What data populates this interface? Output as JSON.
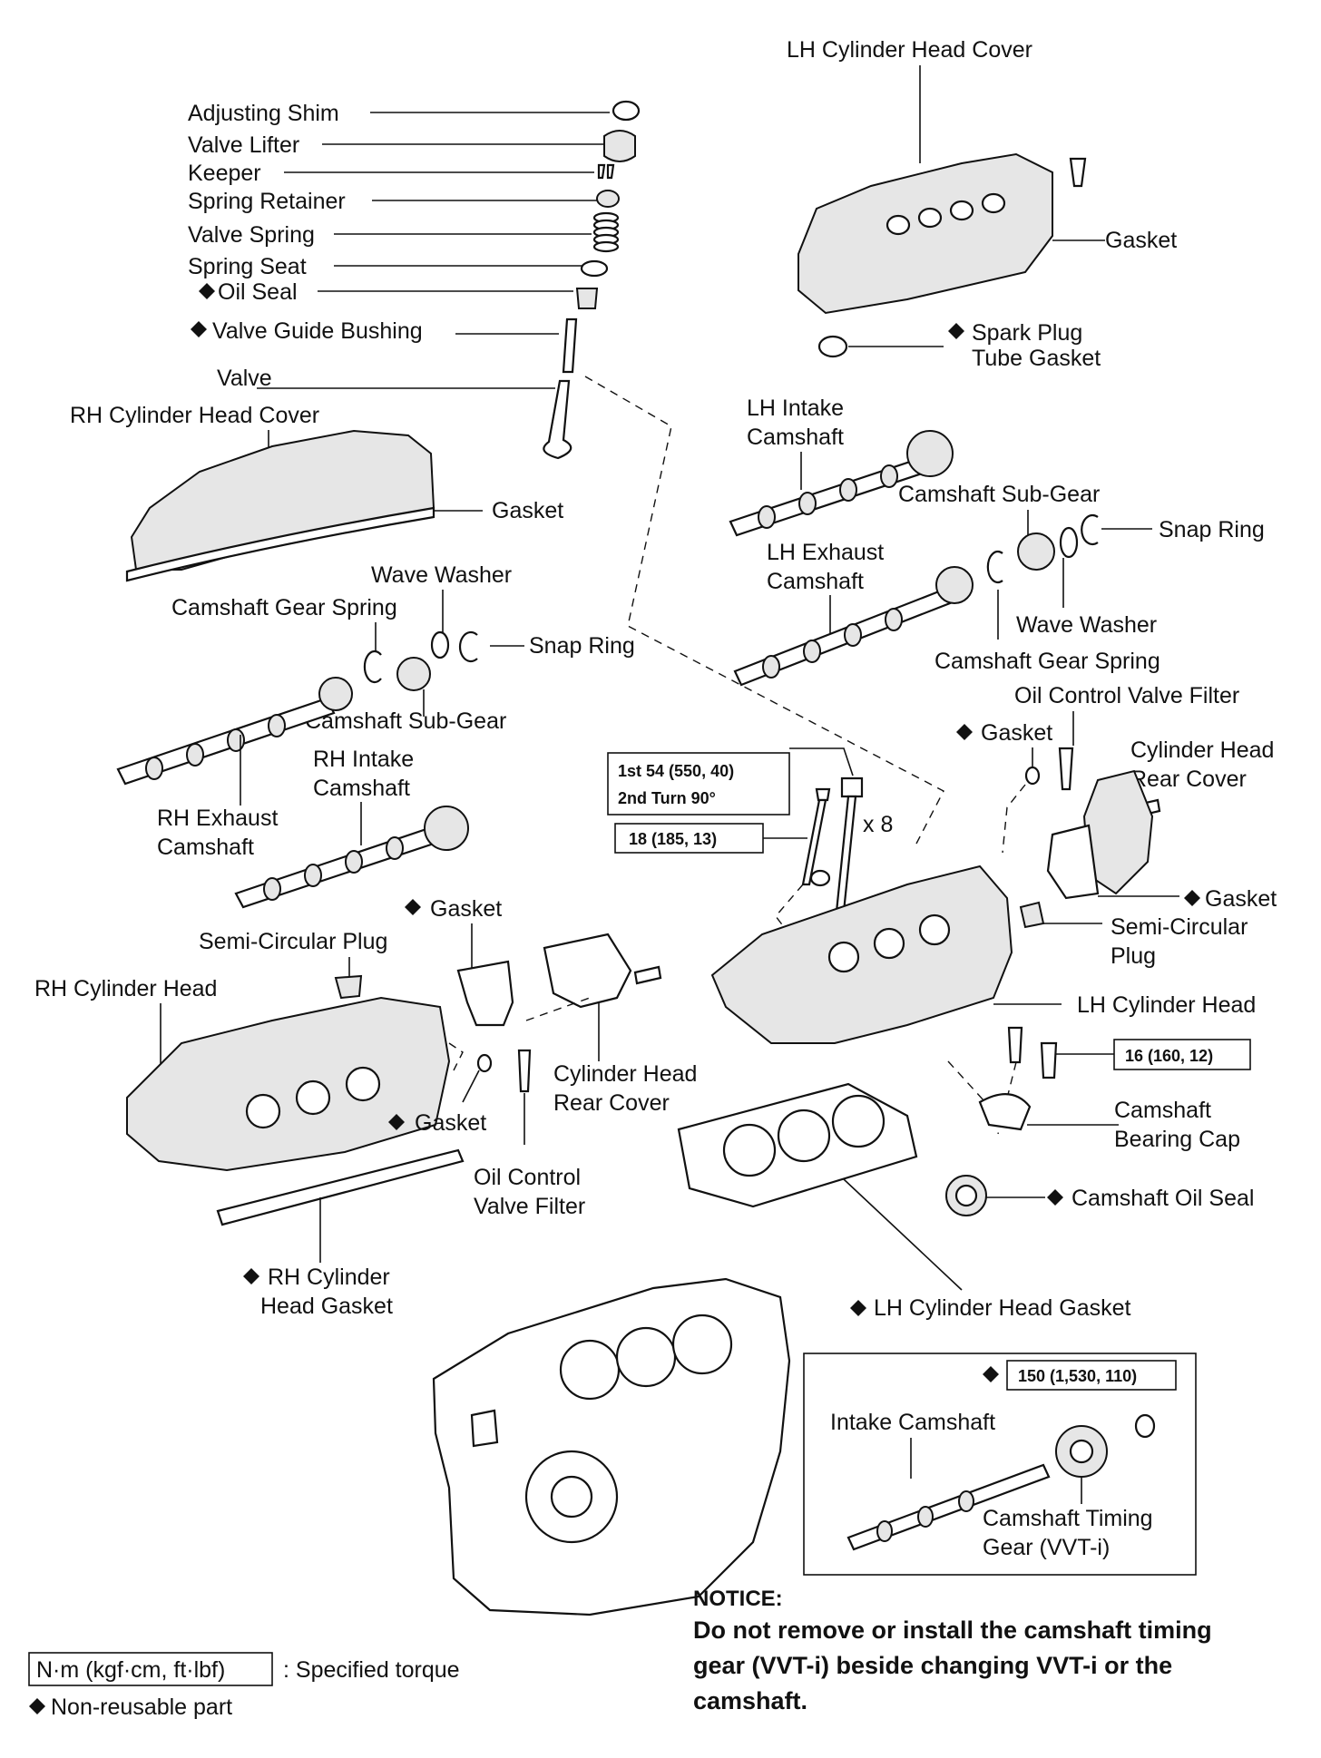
{
  "labels": {
    "adjusting_shim": "Adjusting Shim",
    "valve_lifter": "Valve Lifter",
    "keeper": "Keeper",
    "spring_retainer": "Spring Retainer",
    "valve_spring": "Valve Spring",
    "spring_seat": "Spring Seat",
    "oil_seal": "Oil Seal",
    "valve_guide_bushing": "Valve Guide Bushing",
    "valve": "Valve",
    "rh_cylinder_head_cover": "RH Cylinder Head Cover",
    "gasket": "Gasket",
    "wave_washer": "Wave Washer",
    "camshaft_gear_spring": "Camshaft Gear Spring",
    "snap_ring": "Snap Ring",
    "camshaft_sub_gear": "Camshaft Sub-Gear",
    "rh_intake_1": "RH Intake",
    "rh_intake_2": "Camshaft",
    "rh_exhaust_1": "RH Exhaust",
    "rh_exhaust_2": "Camshaft",
    "semi_circular_plug": "Semi-Circular Plug",
    "rh_cylinder_head": "RH Cylinder Head",
    "cyl_head_rear_cover_1": "Cylinder Head",
    "cyl_head_rear_cover_2": "Rear Cover",
    "ocv_filter_1": "Oil Control",
    "ocv_filter_2": "Valve Filter",
    "rh_head_gasket_1": "RH Cylinder",
    "rh_head_gasket_2": "Head Gasket",
    "lh_cylinder_head_cover": "LH Cylinder Head Cover",
    "spark_plug_1": "Spark Plug",
    "spark_plug_2": "Tube Gasket",
    "lh_intake_1": "LH Intake",
    "lh_intake_2": "Camshaft",
    "lh_exhaust_1": "LH Exhaust",
    "lh_exhaust_2": "Camshaft",
    "ocv_filter_full": "Oil Control Valve Filter",
    "semi_plug_1": "Semi-Circular",
    "semi_plug_2": "Plug",
    "lh_cylinder_head": "LH Cylinder Head",
    "bearing_cap_1": "Camshaft",
    "bearing_cap_2": "Bearing Cap",
    "camshaft_oil_seal": "Camshaft Oil Seal",
    "lh_head_gasket": "LH Cylinder Head Gasket",
    "intake_camshaft": "Intake Camshaft",
    "timing_gear_1": "Camshaft Timing",
    "timing_gear_2": "Gear (VVT-i)",
    "x8": "x 8"
  },
  "torques": {
    "bolt_1st": "1st 54 (550, 40)",
    "bolt_2nd": "2nd Turn 90°",
    "bolt_18": "18 (185, 13)",
    "cap_16": "16 (160, 12)",
    "gear_150": "150 (1,530, 110)"
  },
  "legend": {
    "torque_unit": "N·m (kgf·cm, ft·lbf)",
    "torque_desc": ": Specified torque",
    "non_reusable": "Non-reusable part"
  },
  "notice": {
    "title": "NOTICE:",
    "line1": "Do not remove or install the camshaft timing",
    "line2": "gear (VVT-i) beside changing VVT-i or the",
    "line3": "camshaft."
  }
}
